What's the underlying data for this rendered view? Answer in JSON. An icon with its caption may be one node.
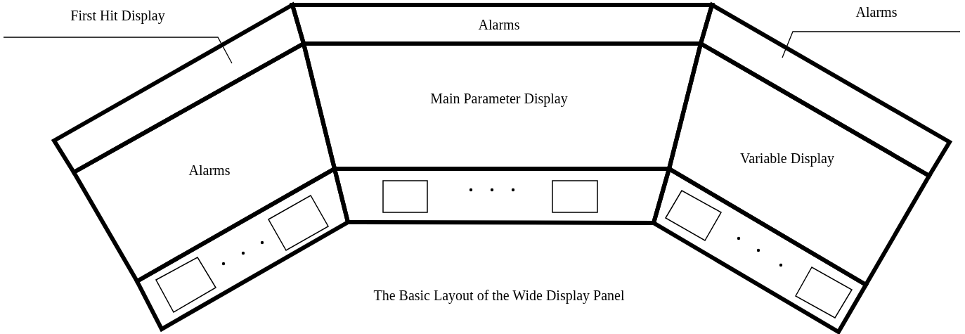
{
  "diagram": {
    "caption": "The Basic Layout of the Wide Display Panel",
    "nodes": [
      {
        "text": [
          "First Hit Display"
        ]
      },
      {
        "text": [],
        "shape": "box"
      },
      {
        "text": [
          "Alarms"
        ]
      },
      {
        "text": [
          "Alarms"
        ]
      },
      {
        "text": [
          "Main Parameter Display"
        ]
      },
      {
        "text": [
          "Alarms"
        ]
      },
      {
        "text": [],
        "shape": "box"
      },
      {
        "text": [
          "Variable Display"
        ]
      }
    ],
    "edges": [
      {
        "from": 0,
        "to": 1,
        "arrow": "none"
      },
      {
        "from": 5,
        "to": 6,
        "arrow": "none"
      }
    ]
  }
}
